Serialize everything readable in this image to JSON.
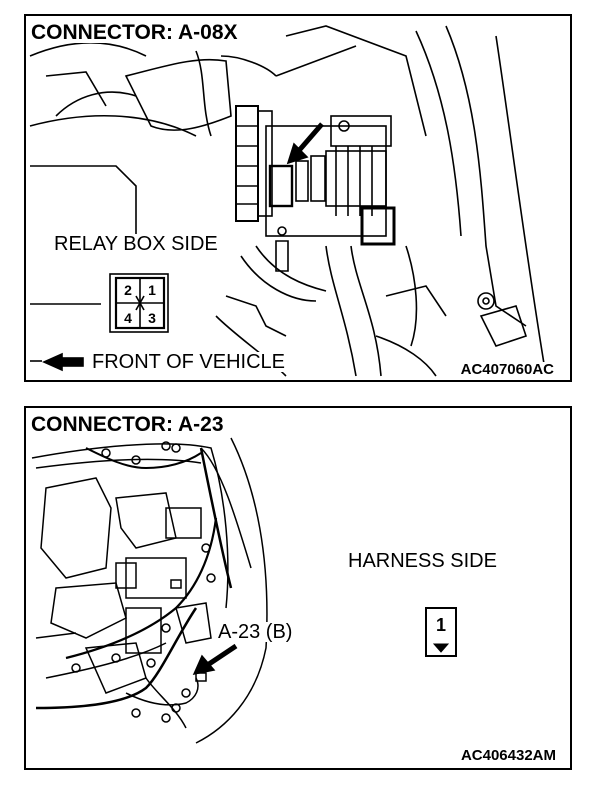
{
  "panel_top": {
    "title": "CONNECTOR: A-08X",
    "relay_label": "RELAY BOX SIDE",
    "front_label": "FRONT OF VEHICLE",
    "code": "AC407060AC",
    "connector_pins": [
      "2",
      "1",
      "4",
      "3"
    ]
  },
  "panel_bottom": {
    "title": "CONNECTOR: A-23",
    "harness_label": "HARNESS SIDE",
    "connector_label": "A-23 (B)",
    "code": "AC406432AM",
    "connector_pin": "1"
  }
}
